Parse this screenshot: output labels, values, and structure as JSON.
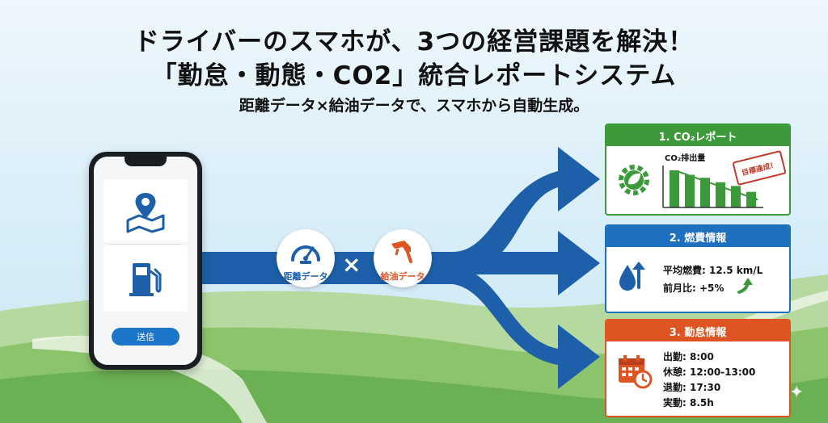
{
  "title": {
    "line1": "ドライバーのスマホが、3つの経営課題を解決！",
    "line2": "「勤怠・動態・CO2」統合レポートシステム",
    "subtitle": "距離データ×給油データで、スマホから自動生成。"
  },
  "phone": {
    "send_label": "送信",
    "icons": [
      "map-pin-icon",
      "fuel-pump-icon"
    ]
  },
  "inputs": {
    "distance_label": "距離データ",
    "times_symbol": "×",
    "fuel_label": "給油データ",
    "icons": [
      "speedometer-icon",
      "fuel-nozzle-icon"
    ]
  },
  "panels": {
    "co2": {
      "header": "1. CO₂レポート",
      "chart_label": "CO₂排出量",
      "stamp": "目標達成！",
      "color": "#3d9a3a",
      "bars": [
        1.0,
        0.88,
        0.8,
        0.68,
        0.58,
        0.42
      ],
      "icons": [
        "gear-leaf-icon"
      ]
    },
    "fuel": {
      "header": "2. 燃費情報",
      "avg_line": "平均燃費: 12.5 km/L",
      "mom_line": "前月比: +5%",
      "color": "#1f6fbf",
      "icons": [
        "water-drop-arrow-icon",
        "up-arrow-icon"
      ]
    },
    "attendance": {
      "header": "3. 勤怠情報",
      "lines": [
        "出勤: 8:00",
        "休憩: 12:00-13:00",
        "退勤: 17:30",
        "実動: 8.5h"
      ],
      "color": "#de5423",
      "icons": [
        "calendar-clock-icon"
      ]
    }
  },
  "colors": {
    "flow_blue": "#1d5fa8",
    "sky": "#d7edf8",
    "hill_green": "#8cc46b"
  }
}
